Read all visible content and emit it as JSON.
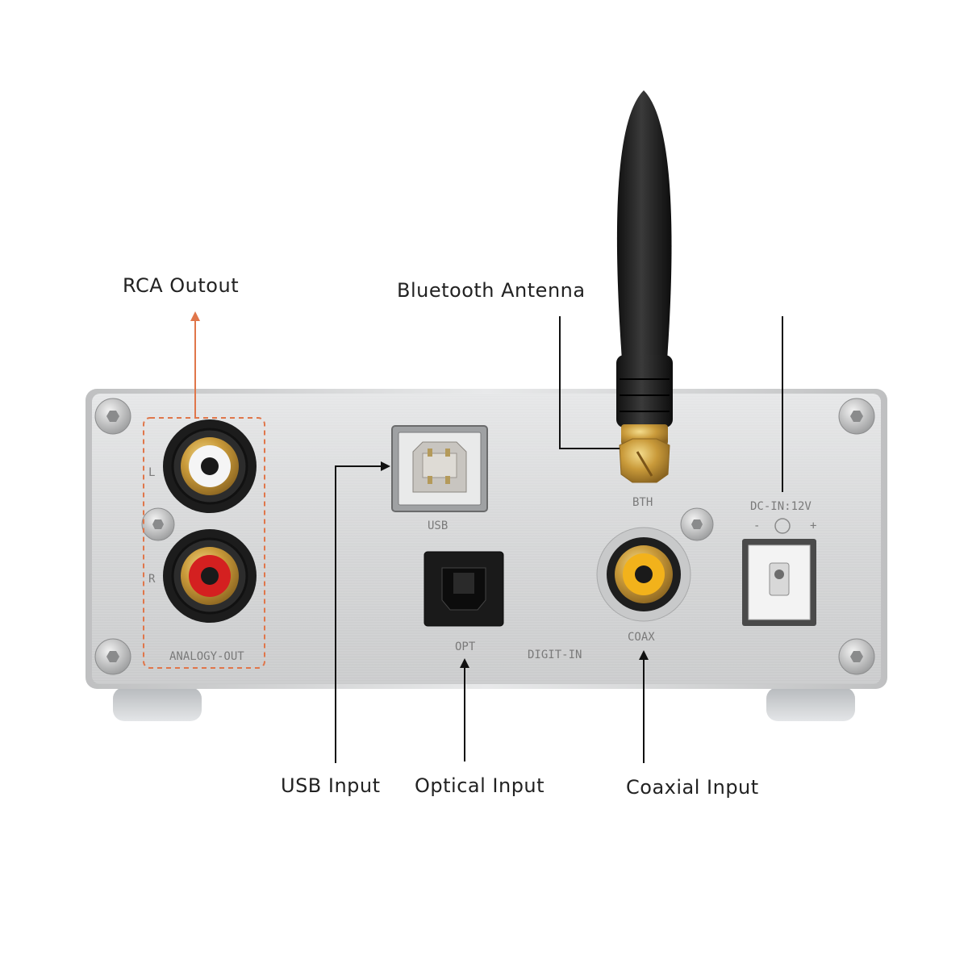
{
  "callouts": {
    "rca_output": "RCA Outout",
    "bluetooth_antenna": "Bluetooth Antenna",
    "usb_input": "USB Input",
    "optical_input": "Optical Input",
    "coaxial_input": "Coaxial Input"
  },
  "panel_labels": {
    "left": "L",
    "right": "R",
    "analogy_out": "ANALOGY-OUT",
    "usb": "USB",
    "bth": "BTH",
    "opt": "OPT",
    "digit_in": "DIGIT-IN",
    "coax": "COAX",
    "dc_in": "DC-IN:12V",
    "minus": "-",
    "plus": "+"
  },
  "colors": {
    "rca_highlight": "#e0764a",
    "callout_line": "#111111",
    "panel": "#d9dadb",
    "rca_left_insulator": "#ffffff",
    "rca_right_insulator": "#d42020",
    "coax_insulator": "#f2b21b",
    "gold": "#c9a24a",
    "antenna": "#1b1b1b"
  },
  "icons": [
    "screw-icon",
    "rca-jack-icon",
    "usb-b-port-icon",
    "toslink-port-icon",
    "sma-connector-icon",
    "dc-jack-icon",
    "arrow-up-icon",
    "arrow-right-icon"
  ]
}
